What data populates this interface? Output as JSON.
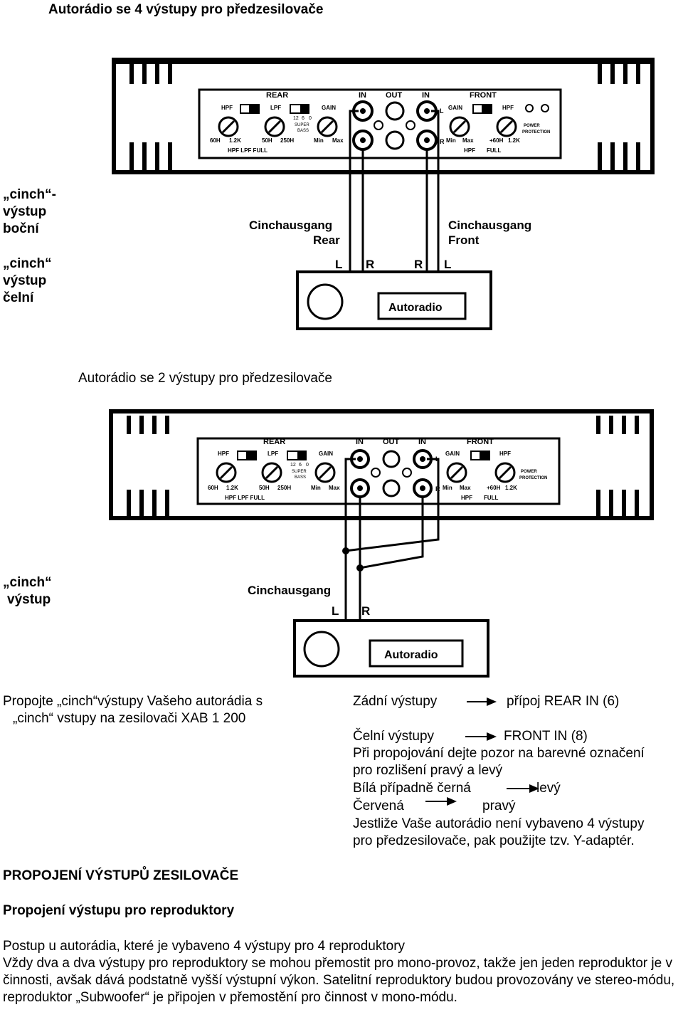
{
  "title_top": "Autorádio se 4 výstupy pro předzesilovače",
  "title_mid": "Autorádio se 2 výstupy pro předzesilovače",
  "left_labels_1": {
    "side": [
      "„cinch“-",
      "výstup",
      "boční"
    ],
    "front": [
      "„cinch“",
      "výstup",
      "čelní"
    ]
  },
  "left_labels_2": [
    "„cinch“",
    "výstup"
  ],
  "amp": {
    "rear": "REAR",
    "in": "IN",
    "out": "OUT",
    "front": "FRONT",
    "hpf": "HPF",
    "lpf": "LPF",
    "gain": "GAIN",
    "f60": "60H",
    "f12k": "1.2K",
    "f50": "50H",
    "f250": "250H",
    "min": "Min",
    "max": "Max",
    "sb1": "12",
    "sb2": "6",
    "sb3": "0",
    "superbass": "SUPER",
    "bass": "BASS",
    "hpf_lpf_full": "HPF LPF FULL",
    "hpf2": "HPF",
    "full": "FULL",
    "plus60": "+60H",
    "power": "POWER",
    "protection": "PROTECTION",
    "l": "L",
    "r": "R"
  },
  "radio1": {
    "rear_l1": "Cinchausgang",
    "rear_l2": "Rear",
    "front_l1": "Cinchausgang",
    "front_l2": "Front",
    "ch": [
      "L",
      "R",
      "R",
      "L"
    ],
    "label": "Autoradio"
  },
  "radio2": {
    "l1": "Cinchausgang",
    "ch": [
      "L",
      "R"
    ],
    "label": "Autoradio"
  },
  "connect_left": [
    "Propojte „cinch“výstupy Vašeho autorádia s",
    "„cinch“ vstupy na zesilovači XAB 1 200"
  ],
  "connect_right": {
    "rear_out": "Zádní výstupy",
    "rear_in": "přípoj REAR IN (6)",
    "front_out": "Čelní výstupy",
    "front_in": "FRONT IN (8)",
    "note1": "Při propojování dejte pozor na barevné označení",
    "note2": "pro rozlišení pravý a levý",
    "white": "Bílá případně černá",
    "left": "levý",
    "red": "Červená",
    "right": "pravý",
    "y1": "Jestliže Vaše autorádio není vybaveno 4 výstupy",
    "y2": "pro předzesilovače, pak použijte tzv. Y-adaptér."
  },
  "heading1": "PROPOJENÍ VÝSTUPŮ ZESILOVAČE",
  "heading2": "Propojení výstupu pro reproduktory",
  "body": {
    "p1": "Postup u autorádia, které je vybaveno 4 výstupy pro 4 reproduktory",
    "p2": "Vždy dva a dva výstupy pro reproduktory se mohou přemostit pro mono-provoz, takže jen jeden reproduktor je v činnosti, avšak dává podstatně vyšší výstupní výkon. Satelitní reproduktory budou provozovány ve stereo-módu, reproduktor „Subwoofer“ je připojen v přemostění pro činnost v mono-módu."
  }
}
